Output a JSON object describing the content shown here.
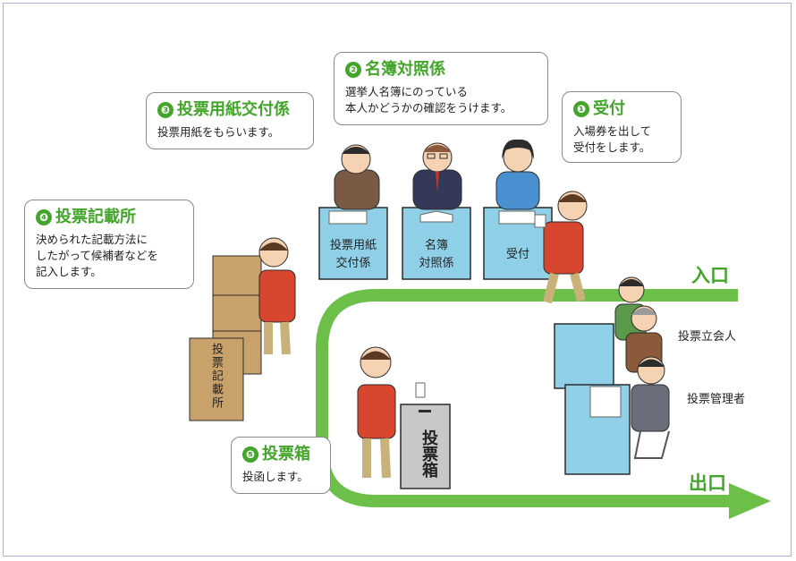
{
  "steps": [
    {
      "num": "❶",
      "title": "受付",
      "desc": "入場券を出して\n受付をします。"
    },
    {
      "num": "❷",
      "title": "名簿対照係",
      "desc": "選挙人名簿にのっている\n本人かどうかの確認をうけます。"
    },
    {
      "num": "❸",
      "title": "投票用紙交付係",
      "desc": "投票用紙をもらいます。"
    },
    {
      "num": "❹",
      "title": "投票記載所",
      "desc": "決められた記載方法に\nしたがって候補者などを\n記入します。"
    },
    {
      "num": "❺",
      "title": "投票箱",
      "desc": "投函します。"
    }
  ],
  "desks": {
    "issue": "投票用紙\n交付係",
    "roster": "名簿\n対照係",
    "reception": "受付"
  },
  "booth_label": "投票記載所",
  "ballot_box_label": "投票箱",
  "staff": {
    "witness": "投票立会人",
    "manager": "投票管理者"
  },
  "flow": {
    "entrance": "入口",
    "exit": "出口"
  },
  "colors": {
    "accent_green": "#43a52a",
    "desk_blue": "#8fd0e8",
    "plaid_red": "#d9462f",
    "booth_brown": "#c9a26b"
  }
}
